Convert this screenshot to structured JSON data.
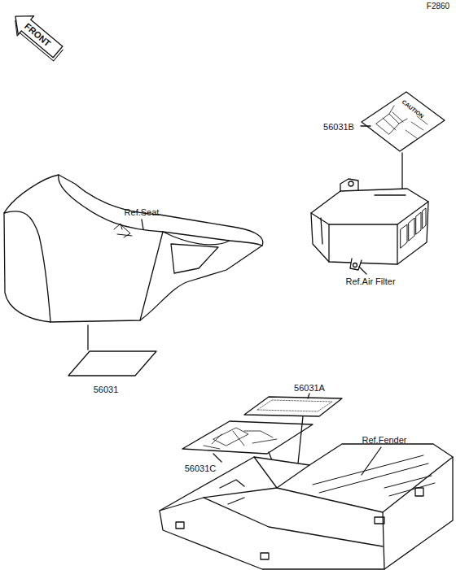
{
  "diagram": {
    "labels": [
      "F2860",
      "FRONT",
      "CAUTION",
      "56031B",
      "Ref.Air Filter",
      "Ref.Seat",
      "56031",
      "56031A",
      "56031C",
      "Ref.Fender"
    ]
  }
}
